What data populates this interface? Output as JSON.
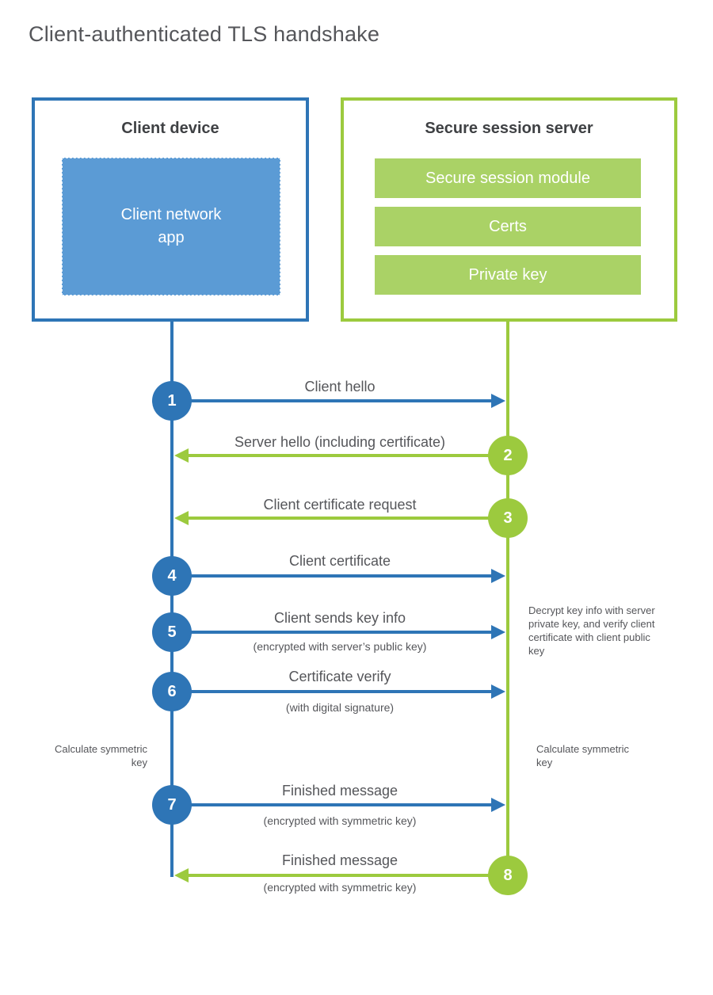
{
  "title": "Client-authenticated TLS handshake",
  "colors": {
    "blue": "#2e75b6",
    "blue_fill": "#5b9bd5",
    "green": "#9cca3e",
    "green_fill": "#aad266",
    "text_gray": "#55565a",
    "heading_dark": "#3f4144"
  },
  "client_box": {
    "heading": "Client device",
    "app_line1": "Client network",
    "app_line2": "app"
  },
  "server_box": {
    "heading": "Secure session server",
    "modules": [
      "Secure session module",
      "Certs",
      "Private key"
    ]
  },
  "steps": [
    {
      "num": "1",
      "label": "Client hello",
      "sub": "",
      "from": "client",
      "direction": "right"
    },
    {
      "num": "2",
      "label": "Server hello (including certificate)",
      "sub": "",
      "from": "server",
      "direction": "left"
    },
    {
      "num": "3",
      "label": "Client certificate request",
      "sub": "",
      "from": "server",
      "direction": "left"
    },
    {
      "num": "4",
      "label": "Client certificate",
      "sub": "",
      "from": "client",
      "direction": "right"
    },
    {
      "num": "5",
      "label": "Client sends key info",
      "sub": "(encrypted with server’s public key)",
      "from": "client",
      "direction": "right"
    },
    {
      "num": "6",
      "label": "Certificate verify",
      "sub": "(with digital signature)",
      "from": "client",
      "direction": "right"
    },
    {
      "num": "7",
      "label": "Finished message",
      "sub": "(encrypted with symmetric key)",
      "from": "client",
      "direction": "right"
    },
    {
      "num": "8",
      "label": "Finished message",
      "sub": "(encrypted with symmetric key)",
      "from": "server",
      "direction": "left"
    }
  ],
  "notes": {
    "decrypt": "Decrypt key info with server private key, and verify client certificate with client public key",
    "calc_left": "Calculate symmetric key",
    "calc_right": "Calculate symmetric key"
  }
}
